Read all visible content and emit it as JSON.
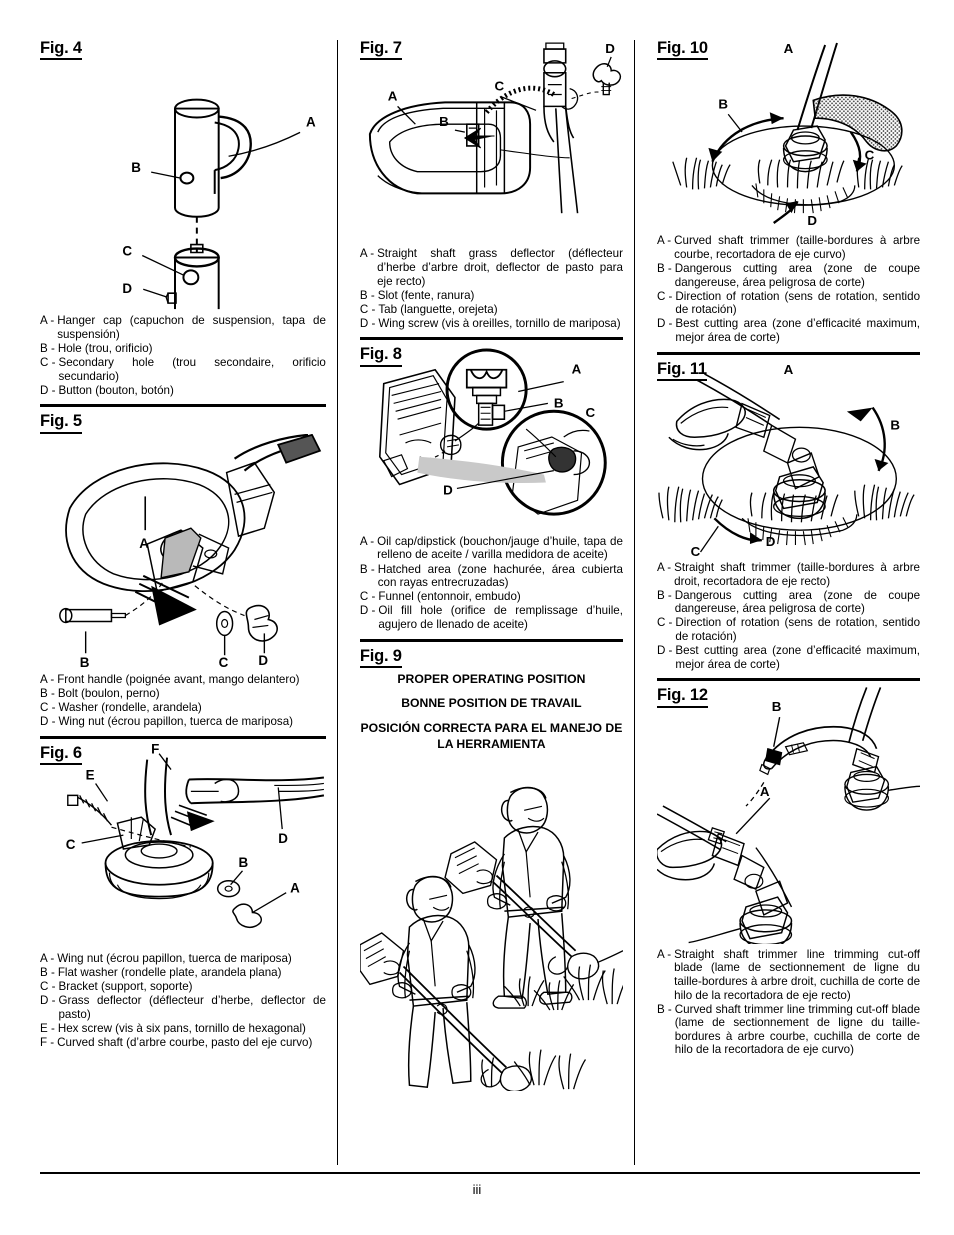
{
  "page": {
    "folio": "iii"
  },
  "figures": {
    "fig4": {
      "title": "Fig. 4",
      "callouts": [
        "A",
        "B",
        "C",
        "D"
      ],
      "legend": [
        {
          "key": "A -",
          "text": "Hanger cap (capuchon de suspension, tapa de suspensión)"
        },
        {
          "key": "B -",
          "text": "Hole (trou, orificio)"
        },
        {
          "key": "C -",
          "text": "Secondary hole (trou secondaire, orificio secundario)"
        },
        {
          "key": "D -",
          "text": "Button (bouton, botón)"
        }
      ]
    },
    "fig5": {
      "title": "Fig. 5",
      "callouts": [
        "A",
        "B",
        "C",
        "D"
      ],
      "legend": [
        {
          "key": "A -",
          "text": "Front handle (poignée avant, mango delantero)"
        },
        {
          "key": "B -",
          "text": "Bolt (boulon, perno)"
        },
        {
          "key": "C -",
          "text": "Washer (rondelle, arandela)"
        },
        {
          "key": "D -",
          "text": "Wing nut (écrou papillon, tuerca de mariposa)"
        }
      ]
    },
    "fig6": {
      "title": "Fig. 6",
      "callouts": [
        "A",
        "B",
        "C",
        "D",
        "E",
        "F"
      ],
      "legend": [
        {
          "key": "A -",
          "text": "Wing nut (écrou papillon, tuerca de mariposa)"
        },
        {
          "key": "B -",
          "text": "Flat washer (rondelle plate, arandela plana)"
        },
        {
          "key": "C -",
          "text": "Bracket (support, soporte)"
        },
        {
          "key": "D -",
          "text": "Grass deflector (déflecteur d’herbe, deflector de pasto)"
        },
        {
          "key": "E -",
          "text": "Hex screw (vis à six pans, tornillo de hexagonal)"
        },
        {
          "key": "F -",
          "text": "Curved shaft (d’arbre courbe, pasto del eje curvo)"
        }
      ]
    },
    "fig7": {
      "title": "Fig. 7",
      "callouts": [
        "A",
        "B",
        "C",
        "D"
      ],
      "legend": [
        {
          "key": "A -",
          "text": "Straight shaft grass deflector (déflecteur d’herbe d’arbre droit, deflector de pasto para eje recto)"
        },
        {
          "key": "B -",
          "text": "Slot (fente, ranura)"
        },
        {
          "key": "C -",
          "text": "Tab (languette, orejeta)"
        },
        {
          "key": "D -",
          "text": "Wing screw (vis à oreilles, tornillo de mariposa)"
        }
      ]
    },
    "fig8": {
      "title": "Fig. 8",
      "callouts": [
        "A",
        "B",
        "C",
        "D"
      ],
      "legend": [
        {
          "key": "A -",
          "text": "Oil cap/dipstick (bouchon/jauge d’huile, tapa de relleno de aceite / varilla medidora de aceite)"
        },
        {
          "key": "B -",
          "text": "Hatched area (zone hachurée, área cubierta con rayas entrecruzadas)"
        },
        {
          "key": "C -",
          "text": "Funnel (entonnoir, embudo)"
        },
        {
          "key": "D -",
          "text": "Oil fill hole (orifice de remplissage d’huile, agujero de llenado de aceite)"
        }
      ]
    },
    "fig9": {
      "title": "Fig. 9",
      "headings": [
        "PROPER OPERATING POSITION",
        "BONNE POSITION DE TRAVAIL",
        "POSICIÓN CORRECTA PARA EL MANEJO DE LA HERRAMIENTA"
      ]
    },
    "fig10": {
      "title": "Fig. 10",
      "callouts": [
        "A",
        "B",
        "C",
        "D"
      ],
      "legend": [
        {
          "key": "A -",
          "text": "Curved shaft trimmer (taille-bordures à arbre courbe, recortadora de eje curvo)"
        },
        {
          "key": "B -",
          "text": "Dangerous cutting area (zone de coupe dangereuse, área peligrosa de corte)"
        },
        {
          "key": "C -",
          "text": "Direction of rotation (sens de rotation, sentido de rotación)"
        },
        {
          "key": "D -",
          "text": "Best cutting area (zone d’efficacité maximum, mejor área de corte)"
        }
      ]
    },
    "fig11": {
      "title": "Fig. 11",
      "callouts": [
        "A",
        "B",
        "C",
        "D"
      ],
      "legend": [
        {
          "key": "A -",
          "text": "Straight shaft trimmer (taille-bordures à arbre droit, recortadora de eje recto)"
        },
        {
          "key": "B -",
          "text": "Dangerous cutting area (zone de coupe dangereuse, área peligrosa de corte)"
        },
        {
          "key": "C -",
          "text": "Direction of rotation (sens de rotation, sentido de rotación)"
        },
        {
          "key": "D -",
          "text": "Best cutting area (zone d’efficacité maximum, mejor área de corte)"
        }
      ]
    },
    "fig12": {
      "title": "Fig. 12",
      "callouts": [
        "A",
        "B"
      ],
      "legend": [
        {
          "key": "A -",
          "text": "Straight shaft trimmer line trimming cut-off blade (lame de sectionnement de ligne du taille-bordures à arbre droit, cuchilla de corte de hilo de la recortadora de eje recto)"
        },
        {
          "key": "B -",
          "text": "Curved shaft trimmer line trimming cut-off blade (lame de sectionnement de ligne du taille-bordures à arbre courbe, cuchilla de corte de hilo de la recortadora de eje curvo)"
        }
      ]
    }
  }
}
